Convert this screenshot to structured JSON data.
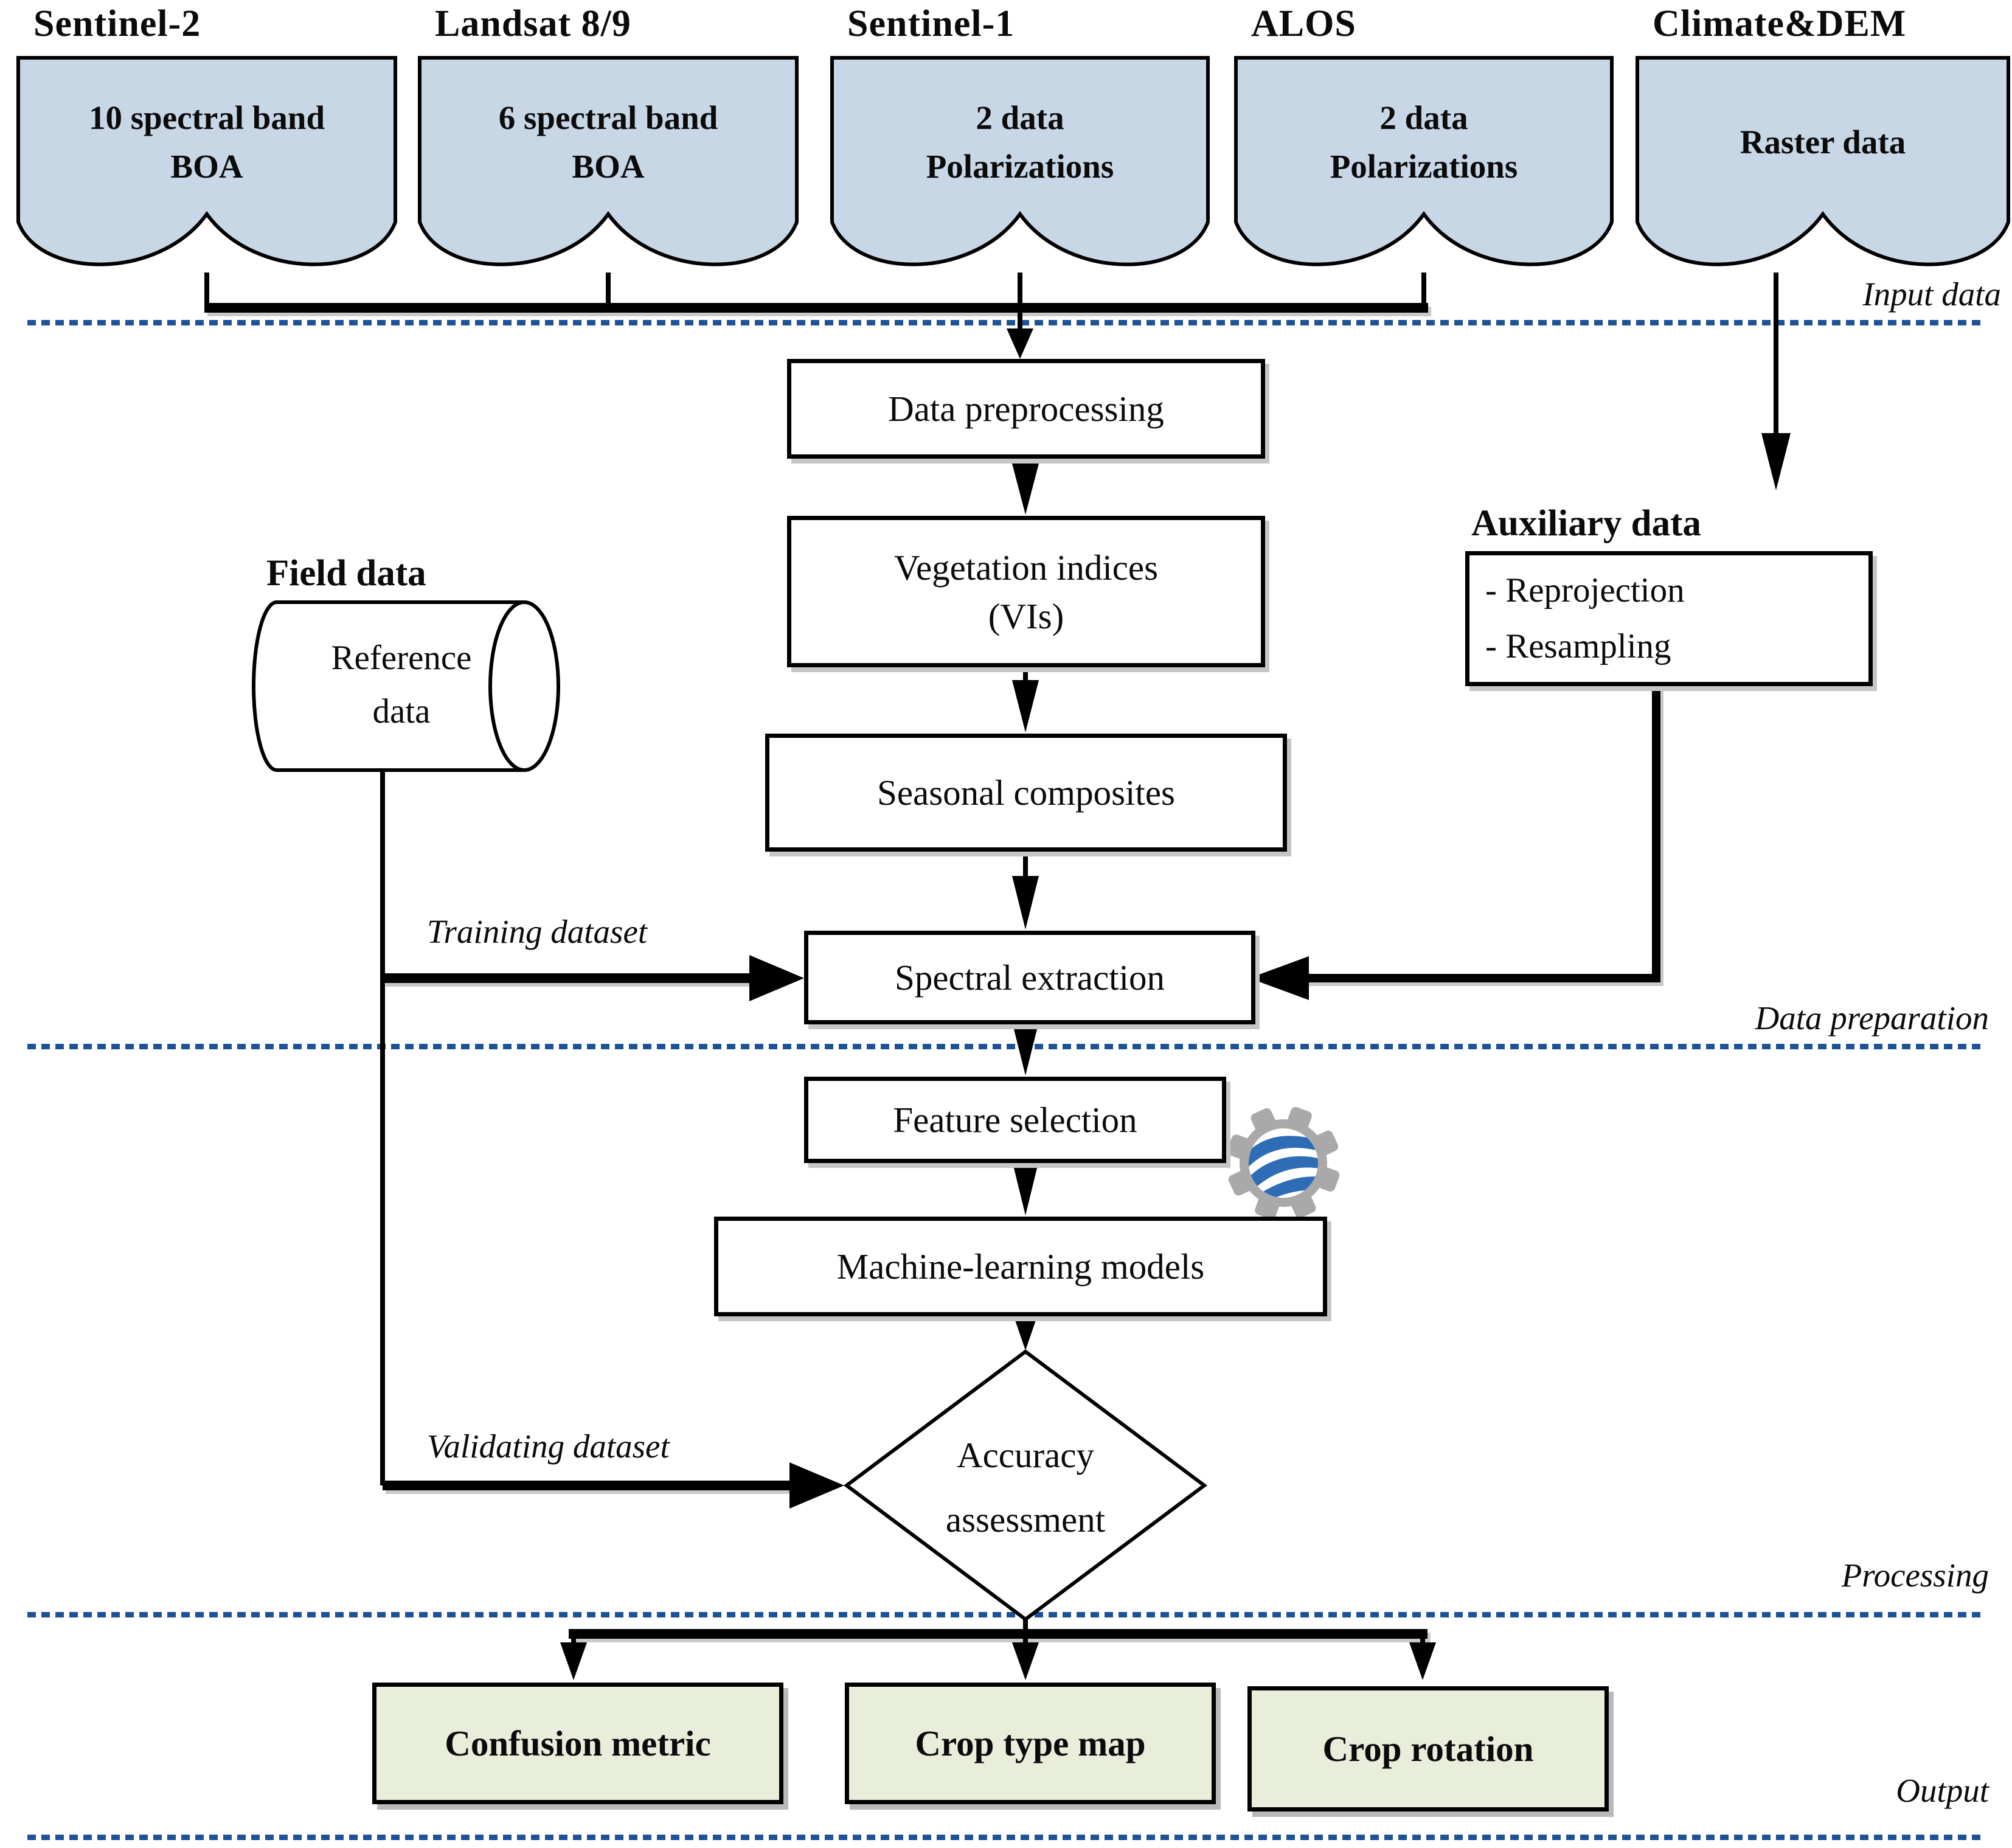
{
  "sections": {
    "input": "Input data",
    "preparation": "Data preparation",
    "processing": "Processing",
    "output": "Output"
  },
  "sources": [
    {
      "title": "Sentinel-2",
      "line1": "10 spectral band",
      "line2": "BOA"
    },
    {
      "title": "Landsat 8/9",
      "line1": "6 spectral band",
      "line2": "BOA"
    },
    {
      "title": "Sentinel-1",
      "line1": "2 data",
      "line2": "Polarizations"
    },
    {
      "title": "ALOS",
      "line1": "2 data",
      "line2": "Polarizations"
    },
    {
      "title": "Climate&DEM",
      "line1": "Raster data",
      "line2": ""
    }
  ],
  "field": {
    "title": "Field data",
    "line1": "Reference",
    "line2": "data"
  },
  "auxiliary": {
    "title": "Auxiliary data",
    "item1": "- Reprojection",
    "item2": "- Resampling"
  },
  "process": {
    "preprocessing": "Data preprocessing",
    "vi_line1": "Vegetation indices",
    "vi_line2": "(VIs)",
    "seasonal": "Seasonal composites",
    "spectral": "Spectral extraction",
    "feature": "Feature selection",
    "ml": "Machine-learning models",
    "acc_line1": "Accuracy",
    "acc_line2": "assessment"
  },
  "edges": {
    "training": "Training dataset",
    "validating": "Validating dataset"
  },
  "outputs": {
    "confusion": "Confusion metric",
    "croptype": "Crop type map",
    "croprotation": "Crop rotation"
  },
  "icons": {
    "gee": "google-earth-engine-gear-globe-icon"
  },
  "colors": {
    "doc_fill": "#c8d7e6",
    "output_fill": "#e9eedb",
    "dashed_line": "#1d5396",
    "line": "#000000",
    "gee_gray": "#a9a9a9",
    "gee_blue": "#2e6cb5"
  }
}
